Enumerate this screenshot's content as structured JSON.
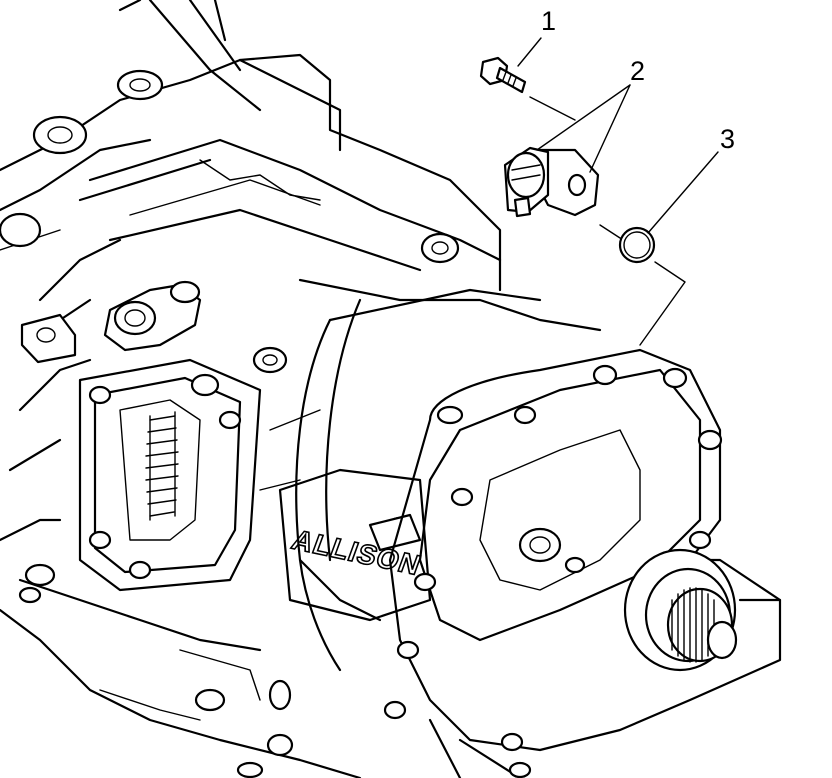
{
  "callouts": [
    {
      "number": "1",
      "part": "bolt"
    },
    {
      "number": "2",
      "part": "speed-sensor"
    },
    {
      "number": "3",
      "part": "o-ring-seal"
    }
  ],
  "casting_text": "ALLISON",
  "colors": {
    "line": "#000000",
    "background": "#ffffff"
  }
}
